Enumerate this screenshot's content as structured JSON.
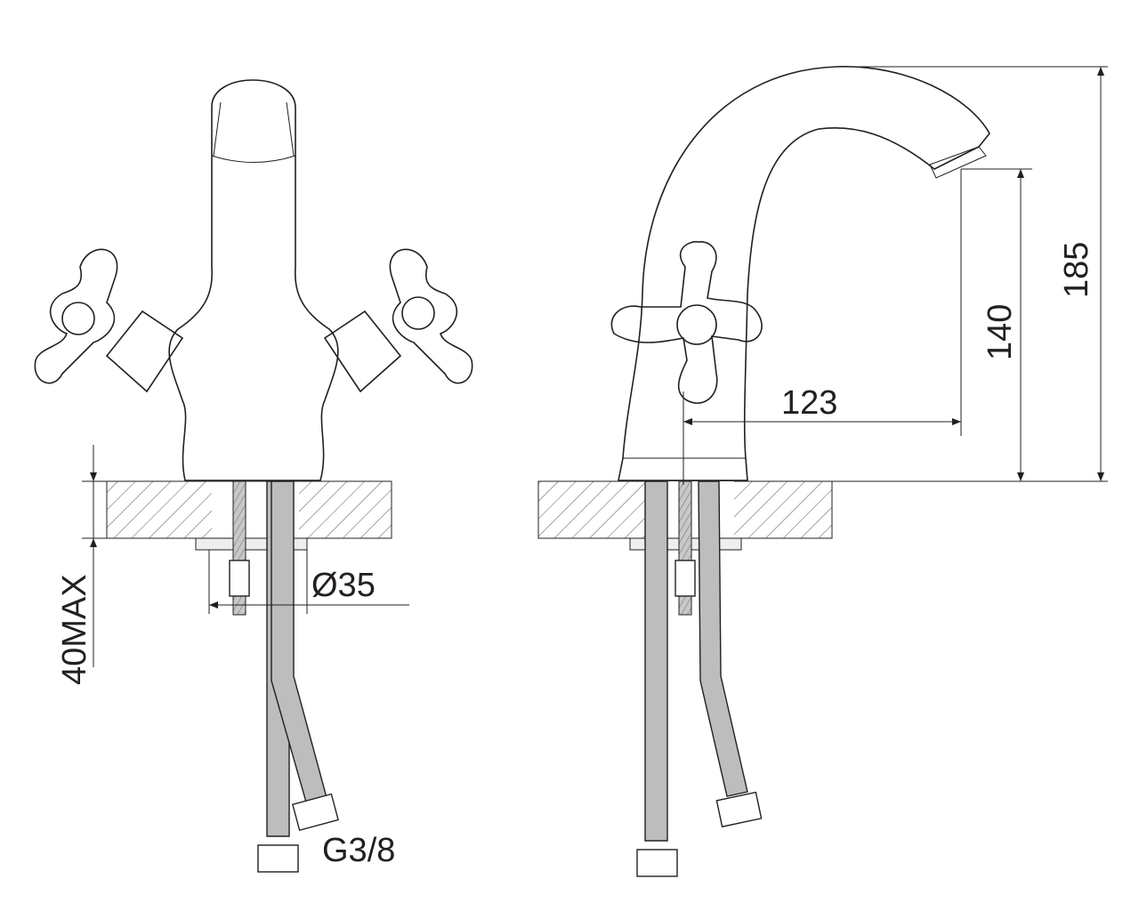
{
  "diagram": {
    "title": "Two-handle basin mixer dimensions",
    "dimensions": {
      "total_height": "185",
      "spout_height": "140",
      "spout_reach": "123",
      "hole_diameter": "Ø35",
      "max_counter_thickness": "40MAX",
      "connection_thread": "G3/8"
    },
    "colors": {
      "line": "#231f20",
      "hose": "#bdbdbd",
      "background": "#ffffff"
    }
  }
}
